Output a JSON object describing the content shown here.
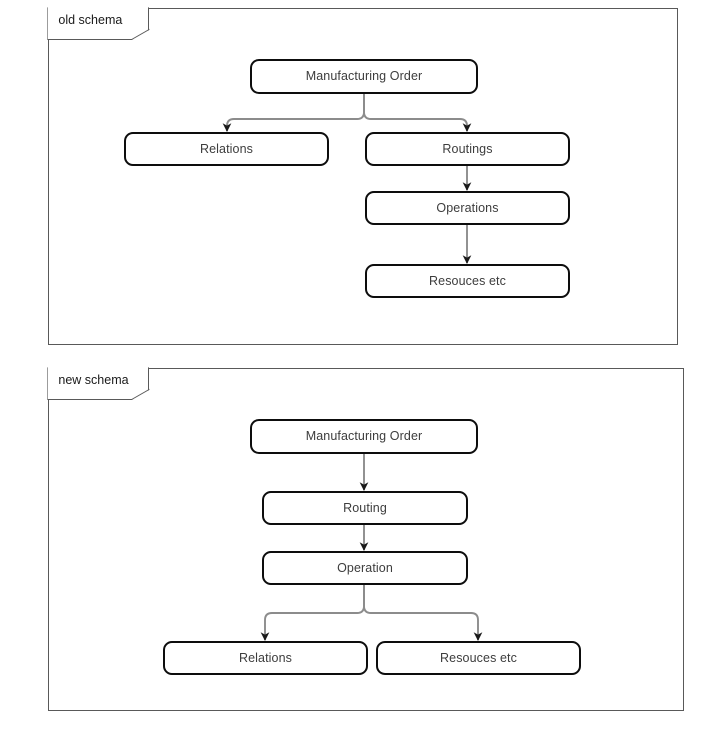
{
  "diagram": {
    "title_note": "schema comparison diagram",
    "colors": {
      "frame_border": "#595959",
      "node_border": "#0d0d0d",
      "node_fill": "#ffffff",
      "node_text": "#3d3d3d",
      "connector": "#8c8c8c",
      "arrowhead": "#1a1a1a",
      "background": "#ffffff"
    },
    "panels": [
      {
        "id": "old",
        "label": "old schema",
        "nodes": [
          {
            "id": "mo",
            "label": "Manufacturing Order"
          },
          {
            "id": "relations",
            "label": "Relations"
          },
          {
            "id": "routings",
            "label": "Routings"
          },
          {
            "id": "operations",
            "label": "Operations"
          },
          {
            "id": "resources",
            "label": "Resouces etc"
          }
        ],
        "edges": [
          {
            "from": "mo",
            "to": "relations"
          },
          {
            "from": "mo",
            "to": "routings"
          },
          {
            "from": "routings",
            "to": "operations"
          },
          {
            "from": "operations",
            "to": "resources"
          }
        ]
      },
      {
        "id": "new",
        "label": "new schema",
        "nodes": [
          {
            "id": "mo",
            "label": "Manufacturing Order"
          },
          {
            "id": "routing",
            "label": "Routing"
          },
          {
            "id": "operation",
            "label": "Operation"
          },
          {
            "id": "relations",
            "label": "Relations"
          },
          {
            "id": "resources",
            "label": "Resouces etc"
          }
        ],
        "edges": [
          {
            "from": "mo",
            "to": "routing"
          },
          {
            "from": "routing",
            "to": "operation"
          },
          {
            "from": "operation",
            "to": "relations"
          },
          {
            "from": "operation",
            "to": "resources"
          }
        ]
      }
    ]
  }
}
